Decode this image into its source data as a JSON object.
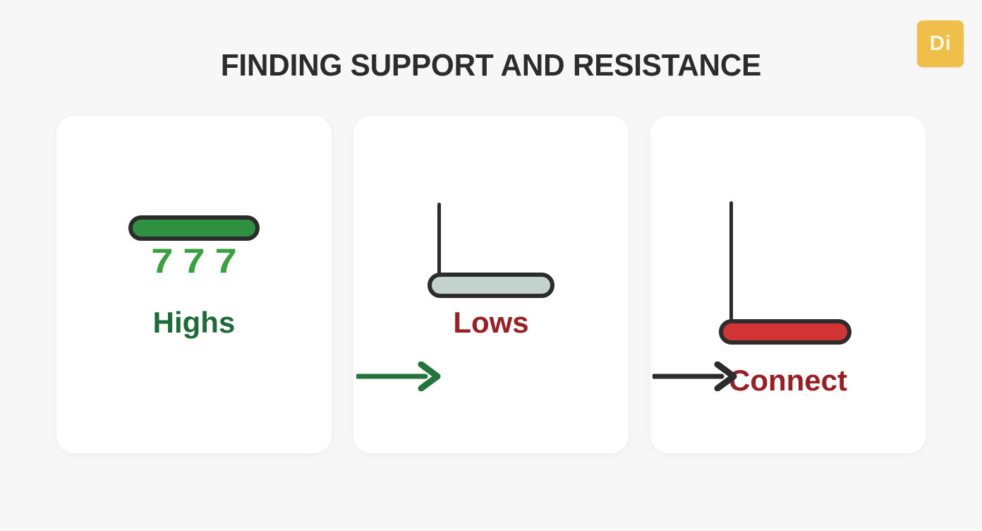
{
  "page": {
    "background_color": "#f7f7f7",
    "title": "FINDING SUPPORT AND RESISTANCE"
  },
  "logo": {
    "text": "Di",
    "background_color": "#efbf4a",
    "text_color": "#fdf6e3",
    "icon_name": "di-logo-icon"
  },
  "cards": [
    {
      "id": "highs",
      "label": "Highs",
      "label_color": "#1d6b38",
      "marks": "777",
      "marks_color": "#3aa13f",
      "bar_color": "#2e9142",
      "bar_outline_color": "#2c2c2c",
      "has_wick": false
    },
    {
      "id": "lows",
      "label": "Lows",
      "label_color": "#9a1f25",
      "bar_color": "#c3d2cc",
      "bar_outline_color": "#2c2c2c",
      "has_wick": true,
      "wick_color": "#2c2c2c"
    },
    {
      "id": "connect",
      "label": "Connect",
      "label_color": "#9a1f25",
      "bar_color": "#d23434",
      "bar_outline_color": "#2c2c2c",
      "has_wick": true,
      "wick_color": "#2c2c2c"
    }
  ],
  "arrows": [
    {
      "id": "arrow-highs-to-lows",
      "color": "#23753a"
    },
    {
      "id": "arrow-lows-to-connect",
      "color": "#2c2c2c"
    }
  ]
}
